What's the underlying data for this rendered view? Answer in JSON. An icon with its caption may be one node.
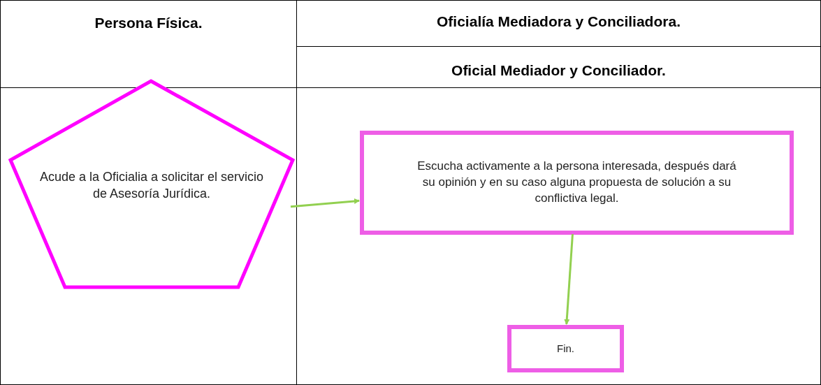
{
  "diagram": {
    "nodes": [
      {
        "text": [
          "Persona Física."
        ]
      },
      {
        "text": [
          "Acude a la Oficialia a solicitar el servicio de Asesoría Jurídica."
        ],
        "in": 0
      },
      {
        "text": [
          "Oficialía Mediadora y Conciliadora.",
          "Oficial Mediador y Conciliador."
        ]
      },
      {
        "text": [
          "Escucha activamente a la persona interesada, después dará su opinión y en su caso alguna propuesta de solución a su conflictiva legal."
        ],
        "in": 2
      },
      {
        "text": [
          "Fin."
        ],
        "in": 2
      }
    ],
    "edges": [
      {
        "from": 1,
        "to": 3,
        "arrow": "to"
      },
      {
        "from": 3,
        "to": 4,
        "arrow": "to"
      }
    ]
  }
}
